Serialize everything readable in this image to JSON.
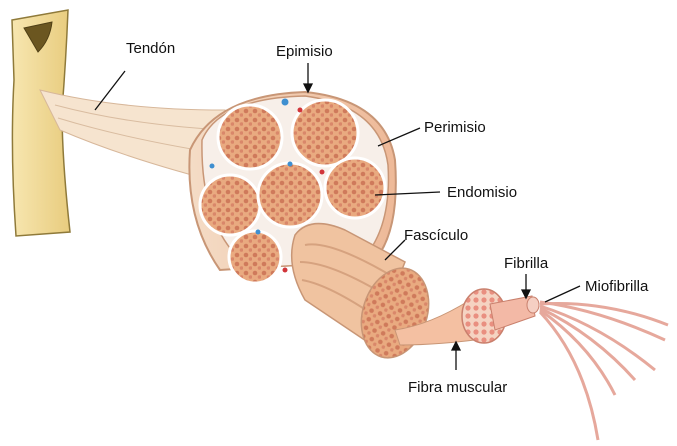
{
  "diagram": {
    "labels": {
      "tendon": "Tendón",
      "epimisio": "Epimisio",
      "perimisio": "Perimisio",
      "endomisio": "Endomisio",
      "fasciculo": "Fascículo",
      "fibrilla": "Fibrilla",
      "miofibrilla": "Miofibrilla",
      "fibra_muscular": "Fibra muscular"
    },
    "colors": {
      "bone": "#f3dfa0",
      "bone_outline": "#8f7a3a",
      "muscle_skin": "#f1c9aa",
      "muscle_outline": "#c89676",
      "fascicle_fill": "#e7a57a",
      "fascicle_dot": "#c86f52",
      "connective": "#f7efe9",
      "vessel_blue": "#3f8fd0",
      "vessel_red": "#d1353a",
      "myofibril": "#f0b5a8"
    }
  }
}
